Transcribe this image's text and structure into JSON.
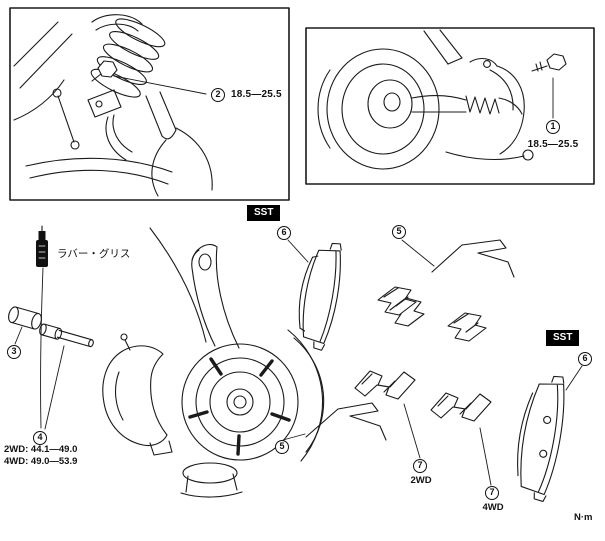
{
  "diagram": {
    "unit": "N·m",
    "inset_top_left": {
      "callout": "2",
      "torque": "18.5—25.5"
    },
    "inset_top_right": {
      "callout": "1",
      "torque": "18.5—25.5"
    },
    "callouts": {
      "c3": "3",
      "c4": "4",
      "c5": "5",
      "c6": "6",
      "c7": "7"
    },
    "torques": {
      "guide_pin_2wd": "2WD: 44.1—49.0",
      "guide_pin_4wd": "4WD: 49.0—53.9"
    },
    "labels": {
      "rubber_grease": "ラバー・グリス",
      "sst": "SST",
      "two_wd": "2WD",
      "four_wd": "4WD"
    },
    "icons": {
      "grease_tube": "grease-tube-icon",
      "bolt": "bolt-icon"
    },
    "colors": {
      "line": "#1a1a1a",
      "badge_bg": "#000000",
      "badge_text": "#ffffff",
      "background": "#ffffff"
    }
  }
}
